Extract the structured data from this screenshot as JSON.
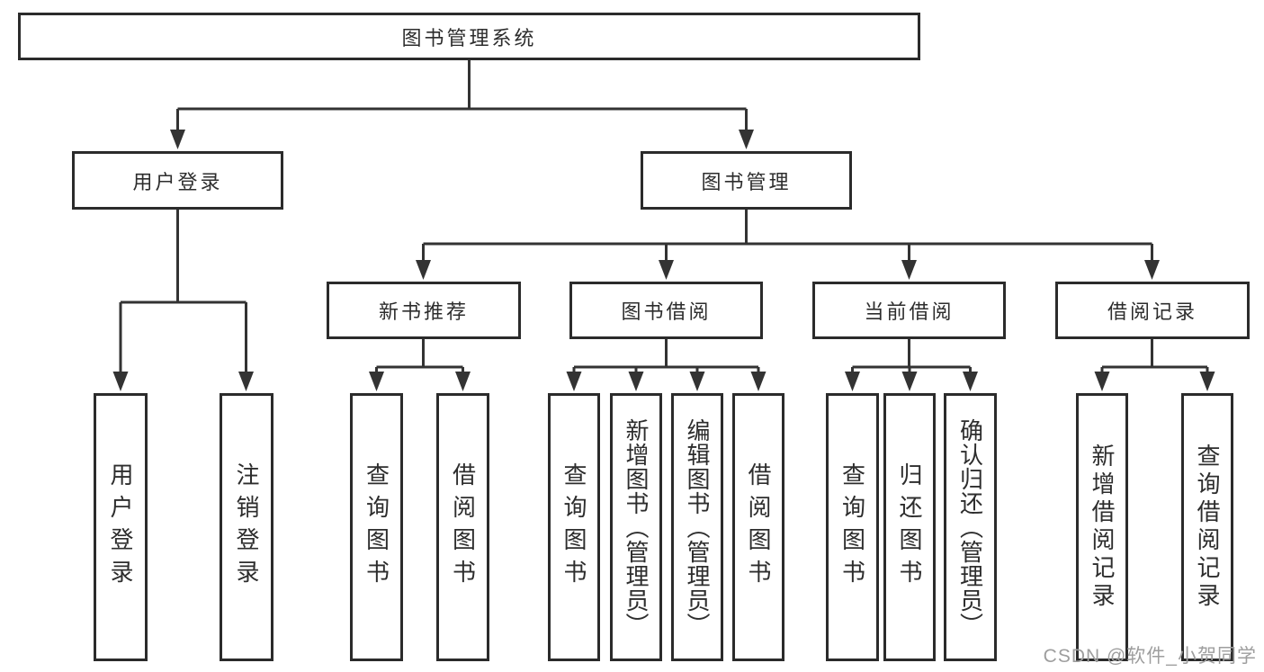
{
  "diagram": {
    "title": "图书管理系统",
    "type": "hierarchy-tree",
    "root": {
      "label": "图书管理系统"
    },
    "level2": [
      {
        "label": "用户登录",
        "parent": "图书管理系统"
      },
      {
        "label": "图书管理",
        "parent": "图书管理系统"
      }
    ],
    "level3": [
      {
        "label": "新书推荐",
        "parent": "图书管理"
      },
      {
        "label": "图书借阅",
        "parent": "图书管理"
      },
      {
        "label": "当前借阅",
        "parent": "图书管理"
      },
      {
        "label": "借阅记录",
        "parent": "图书管理"
      }
    ],
    "leaves": [
      {
        "label": "用户登录",
        "parent": "用户登录"
      },
      {
        "label": "注销登录",
        "parent": "用户登录"
      },
      {
        "label": "查询图书",
        "parent": "新书推荐"
      },
      {
        "label": "借阅图书",
        "parent": "新书推荐"
      },
      {
        "label": "查询图书",
        "parent": "图书借阅"
      },
      {
        "label": "新增图书（管理员）",
        "parent": "图书借阅"
      },
      {
        "label": "编辑图书（管理员）",
        "parent": "图书借阅"
      },
      {
        "label": "借阅图书",
        "parent": "图书借阅"
      },
      {
        "label": "查询图书",
        "parent": "当前借阅"
      },
      {
        "label": "归还图书",
        "parent": "当前借阅"
      },
      {
        "label": "确认归还（管理员）",
        "parent": "当前借阅"
      },
      {
        "label": "新增借阅记录",
        "parent": "借阅记录"
      },
      {
        "label": "查询借阅记录",
        "parent": "借阅记录"
      }
    ],
    "colors": {
      "line": "#333333",
      "box_border": "#2b2b2b",
      "text": "#2d2d2d",
      "background": "#ffffff",
      "watermark_text": "#9e9e9e"
    }
  },
  "watermark": "CSDN @软件_小贺同学"
}
